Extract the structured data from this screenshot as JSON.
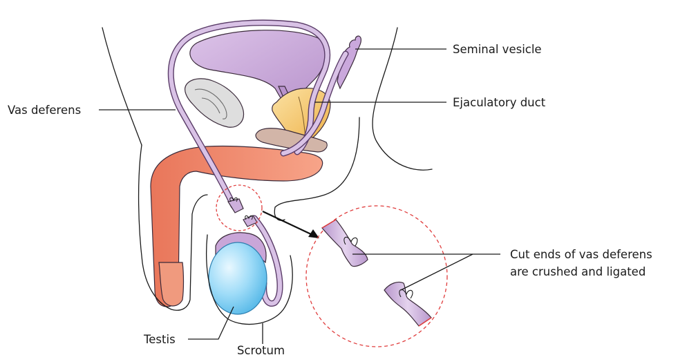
{
  "labels": {
    "seminal_vesicle": "Seminal vesicle",
    "ejaculatory_duct": "Ejaculatory duct",
    "vas_deferens": "Vas deferens",
    "cut_ends_line1": "Cut ends of vas deferens",
    "cut_ends_line2": "are crushed and ligated",
    "testis": "Testis",
    "scrotum": "Scrotum"
  },
  "colors": {
    "vas": "#cdb0dc",
    "vas_stroke": "#5a3c68",
    "bladder": "#c9a6d8",
    "prostate": "#f6c96a",
    "penis": "#f08a6e",
    "testis": "#8fd3f5",
    "rectum": "#d9d9d9",
    "urethra_band": "#cdb2a6",
    "zoom_circle": "#e03c3c"
  }
}
